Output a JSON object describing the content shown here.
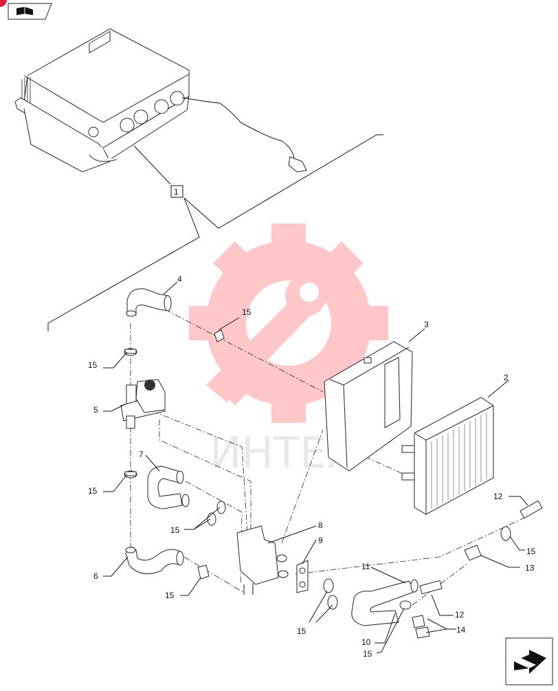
{
  "watermark": {
    "text": "ИНТЕХ",
    "color": "#ff9a9a"
  },
  "toolbar": {
    "icon": "book-open-icon",
    "badge_color": "#e0203a"
  },
  "nav": {
    "icon": "next-page-arrow-icon"
  },
  "group_label": "1",
  "callouts": {
    "c2": "2",
    "c3": "3",
    "c4": "4",
    "c5": "5",
    "c6": "6",
    "c7": "7",
    "c8": "8",
    "c9": "9",
    "c10": "10",
    "c11": "11",
    "c12a": "12",
    "c12b": "12",
    "c13": "13",
    "c14": "14",
    "c15a": "15",
    "c15b": "15",
    "c15c": "15",
    "c15d": "15",
    "c15e": "15",
    "c15f": "15",
    "c15g": "15",
    "c15h": "15"
  }
}
